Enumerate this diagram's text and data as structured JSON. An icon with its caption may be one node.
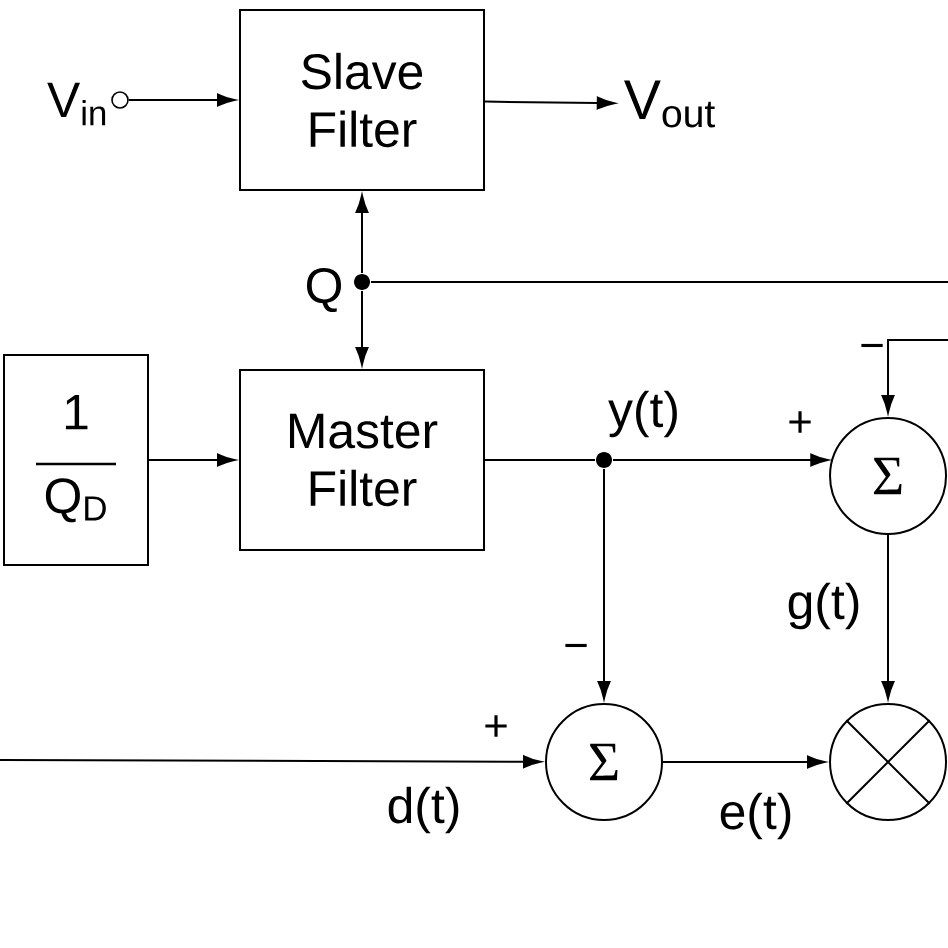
{
  "diagram": {
    "nodes": [
      {
        "text": [],
        "shape": "circle",
        "beside": [
          "V$_{in}$"
        ]
      },
      {
        "text": [
          "Slave Filter"
        ]
      },
      {
        "text": [
          "V$_{out}$"
        ]
      },
      {
        "text": [],
        "shape": "circle",
        "beside": [
          "Q"
        ]
      },
      {
        "text": [
          "1",
          "Q$_{D}$"
        ]
      },
      {
        "text": [
          "Master Filter"
        ]
      },
      {
        "text": [],
        "shape": "circle",
        "beside": [
          "y(t)"
        ]
      },
      {
        "text": [
          "Σ"
        ]
      },
      {
        "text": [
          "Σ"
        ]
      },
      {
        "text": [],
        "shape": "circle"
      }
    ],
    "edges": [
      {
        "from": 0,
        "to": 1,
        "arrow": "to"
      },
      {
        "from": 1,
        "to": 2,
        "arrow": "to"
      },
      {
        "from": 3,
        "to": 1,
        "arrow": "to"
      },
      {
        "from": 3,
        "to": 5,
        "arrow": "to"
      },
      {
        "from": 3,
        "to": null,
        "arrow": "none"
      },
      {
        "from": 4,
        "to": 5,
        "arrow": "to"
      },
      {
        "from": 5,
        "to": 6,
        "arrow": "none"
      },
      {
        "from": 6,
        "to": 7,
        "arrow": "to"
      },
      {
        "from": null,
        "to": 7,
        "arrow": "to"
      },
      {
        "from": 6,
        "to": 8,
        "arrow": "to"
      },
      {
        "from": null,
        "to": 8,
        "arrow": "to",
        "label": "d(t)"
      },
      {
        "from": 8,
        "to": 9,
        "arrow": "to",
        "label": "e(t)"
      },
      {
        "from": 7,
        "to": 9,
        "arrow": "to",
        "label": "g(t)"
      }
    ],
    "labels": [
      "−",
      "+",
      "−",
      "+"
    ]
  }
}
